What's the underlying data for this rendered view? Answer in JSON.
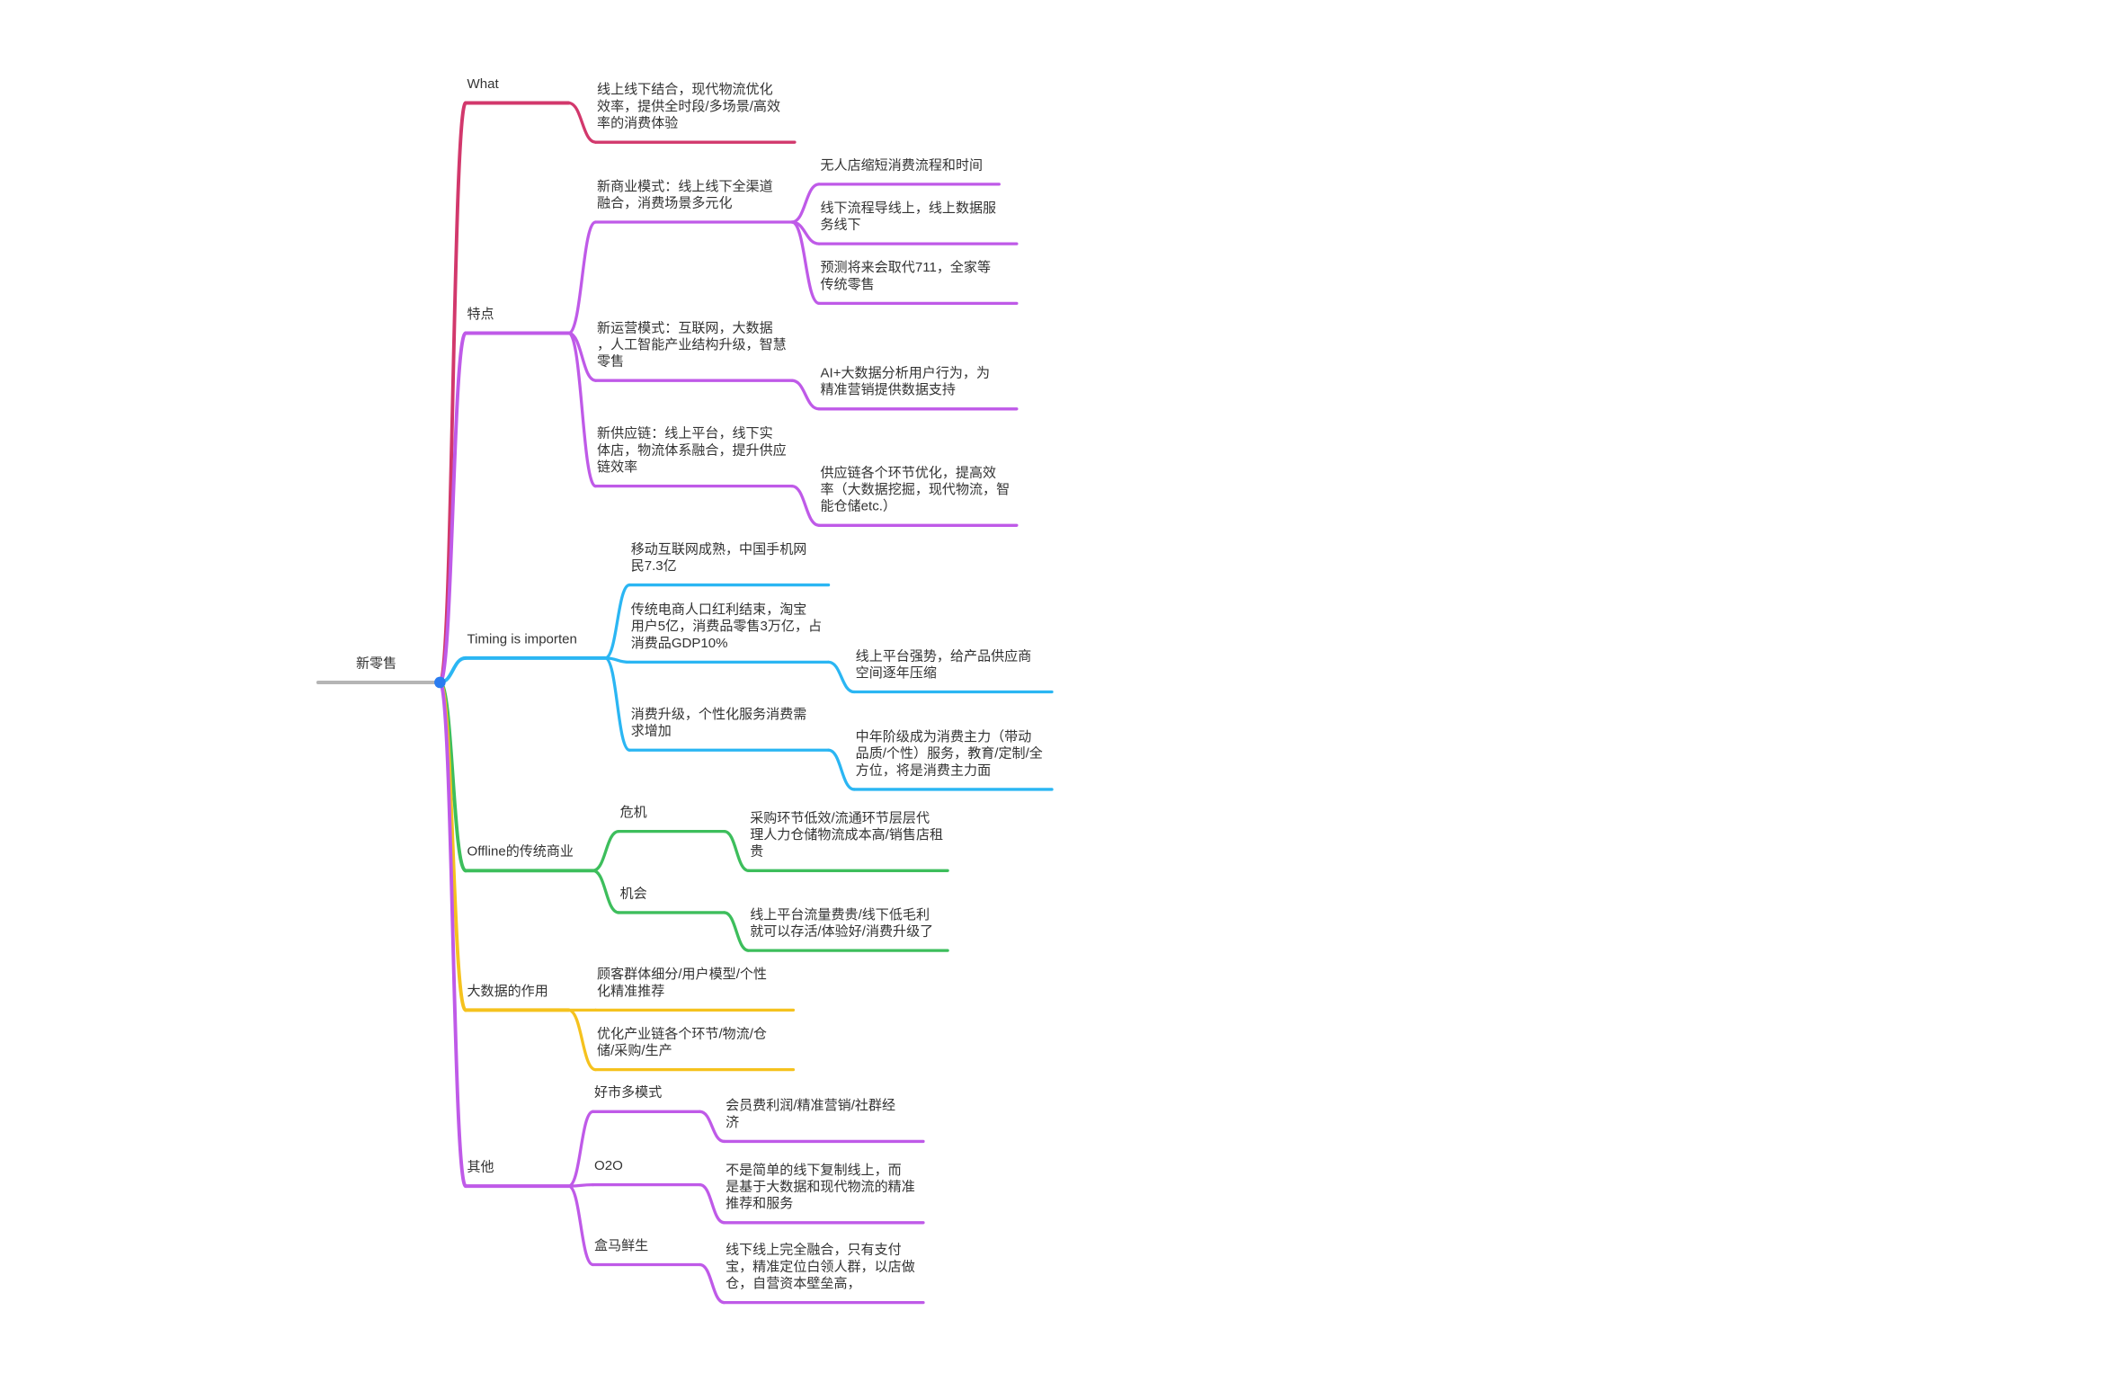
{
  "mindmap": {
    "root": "新零售",
    "branches": [
      {
        "lines": [
          "What"
        ],
        "color": "#d2386c",
        "children": [
          {
            "lines": [
              "线上线下结合，现代物流优化",
              "效率，提供全时段/多场景/高效",
              "率的消费体验"
            ]
          }
        ]
      },
      {
        "lines": [
          "特点"
        ],
        "color": "#bf5ae8",
        "children": [
          {
            "lines": [
              "新商业模式：线上线下全渠道",
              "融合，消费场景多元化"
            ],
            "children": [
              {
                "lines": [
                  "无人店缩短消费流程和时间"
                ]
              },
              {
                "lines": [
                  "线下流程导线上，线上数据服",
                  "务线下"
                ]
              },
              {
                "lines": [
                  "预测将来会取代711，全家等",
                  "传统零售"
                ]
              }
            ]
          },
          {
            "lines": [
              "新运营模式：互联网，大数据",
              "，人工智能产业结构升级，智慧",
              "零售"
            ],
            "children": [
              {
                "lines": [
                  "AI+大数据分析用户行为，为",
                  "精准营销提供数据支持"
                ]
              }
            ]
          },
          {
            "lines": [
              "新供应链：线上平台，线下实",
              "体店，物流体系融合，提升供应",
              "链效率"
            ],
            "children": [
              {
                "lines": [
                  "供应链各个环节优化，提高效",
                  "率（大数据挖掘，现代物流，智",
                  "能仓储etc.）"
                ]
              }
            ]
          }
        ]
      },
      {
        "lines": [
          "Timing is importen"
        ],
        "color": "#2bb6f3",
        "children": [
          {
            "lines": [
              "移动互联网成熟，中国手机网",
              "民7.3亿"
            ]
          },
          {
            "lines": [
              "传统电商人口红利结束，淘宝",
              "用户5亿，消费品零售3万亿，占",
              "消费品GDP10%"
            ],
            "children": [
              {
                "lines": [
                  "线上平台强势，给产品供应商",
                  "空间逐年压缩"
                ]
              }
            ]
          },
          {
            "lines": [
              "消费升级，个性化服务消费需",
              "求增加"
            ],
            "children": [
              {
                "lines": [
                  "中年阶级成为消费主力（带动",
                  "品质/个性）服务，教育/定制/全",
                  "方位，将是消费主力面"
                ]
              }
            ]
          }
        ]
      },
      {
        "lines": [
          "Offline的传统商业"
        ],
        "color": "#3dbe5c",
        "children": [
          {
            "lines": [
              "危机"
            ],
            "children": [
              {
                "lines": [
                  "采购环节低效/流通环节层层代",
                  "理人力仓储物流成本高/销售店租",
                  "贵"
                ]
              }
            ]
          },
          {
            "lines": [
              "机会"
            ],
            "children": [
              {
                "lines": [
                  "线上平台流量费贵/线下低毛利",
                  "就可以存活/体验好/消费升级了"
                ]
              }
            ]
          }
        ]
      },
      {
        "lines": [
          "大数据的作用"
        ],
        "color": "#f5c21e",
        "children": [
          {
            "lines": [
              "顾客群体细分/用户模型/个性",
              "化精准推荐"
            ]
          },
          {
            "lines": [
              "优化产业链各个环节/物流/仓",
              "储/采购/生产"
            ]
          }
        ]
      },
      {
        "lines": [
          "其他"
        ],
        "color": "#bf5ae8",
        "children": [
          {
            "lines": [
              "好市多模式"
            ],
            "children": [
              {
                "lines": [
                  "会员费利润/精准营销/社群经",
                  "济"
                ]
              }
            ]
          },
          {
            "lines": [
              "O2O"
            ],
            "children": [
              {
                "lines": [
                  "不是简单的线下复制线上，而",
                  "是基于大数据和现代物流的精准",
                  "推荐和服务"
                ]
              }
            ]
          },
          {
            "lines": [
              "盒马鲜生"
            ],
            "children": [
              {
                "lines": [
                  "线下线上完全融合，只有支付",
                  "宝，精准定位白领人群，以店做",
                  "仓，自营资本壁垒高，"
                ]
              }
            ]
          }
        ]
      }
    ]
  },
  "style": {
    "background": "#ffffff",
    "text_color": "#333333",
    "root_line_color": "#b5b5b5",
    "junction_dot_color": "#2a7cf0"
  }
}
